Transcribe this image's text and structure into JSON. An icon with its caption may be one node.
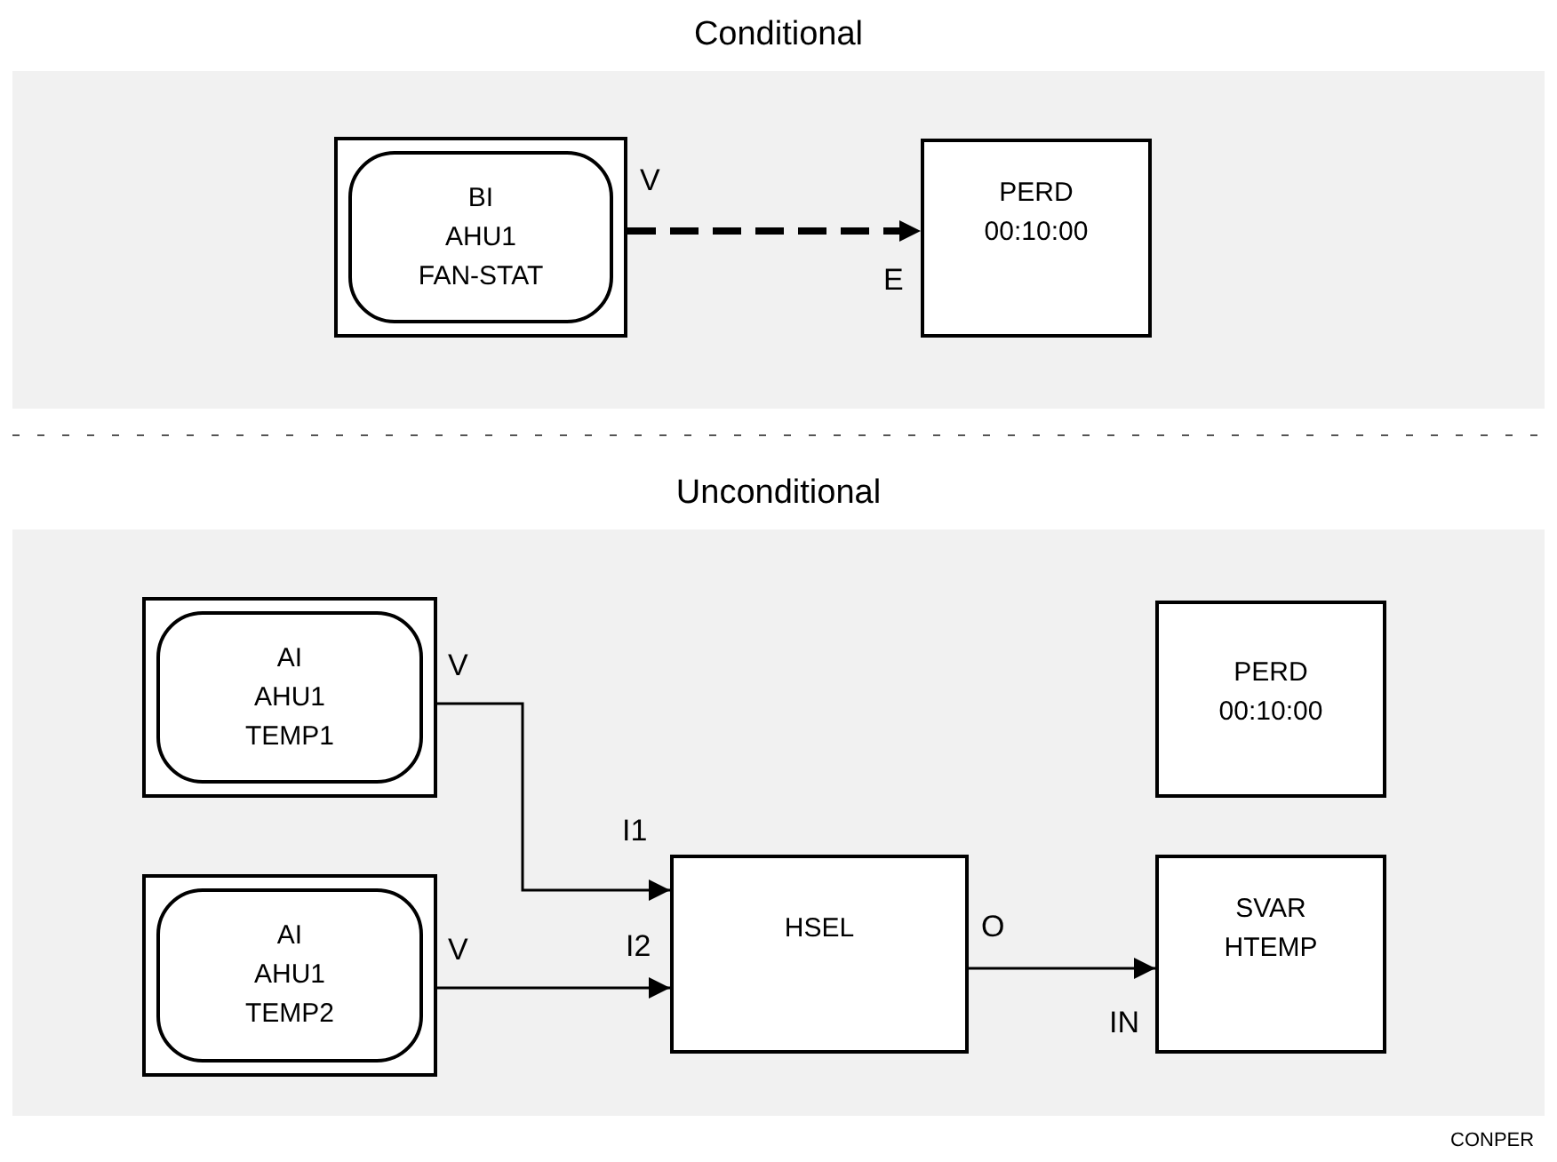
{
  "diagram": {
    "nodes": [
      {
        "text": [
          "Conditional"
        ]
      },
      {
        "text": [
          "BI AHU1 FAN-STAT"
        ],
        "in": 0,
        "beside": [
          "V"
        ]
      },
      {
        "text": [
          "PERD 00:10:00"
        ],
        "in": 0,
        "beside": [
          "E"
        ]
      },
      {
        "text": [
          "Unconditional"
        ]
      },
      {
        "text": [
          "AI AHU1 TEMP1"
        ],
        "in": 3,
        "beside": [
          "V"
        ]
      },
      {
        "text": [
          "AI AHU1 TEMP2"
        ],
        "in": 3,
        "beside": [
          "V"
        ]
      },
      {
        "text": [
          "PERD 00:10:00"
        ],
        "in": 3
      },
      {
        "text": [
          "HSEL"
        ],
        "in": 3,
        "beside": [
          "I1",
          "I2",
          "O"
        ]
      },
      {
        "text": [
          "SVAR HTEMP"
        ],
        "in": 3,
        "beside": [
          "IN"
        ]
      }
    ],
    "edges": [
      {
        "from": 1,
        "to": 2,
        "arrow": "to",
        "style": "dashed"
      },
      {
        "from": 4,
        "to": 7,
        "arrow": "to"
      },
      {
        "from": 5,
        "to": 7,
        "arrow": "to"
      },
      {
        "from": 7,
        "to": 8,
        "arrow": "to"
      }
    ],
    "labels": [
      "CONPER"
    ]
  }
}
